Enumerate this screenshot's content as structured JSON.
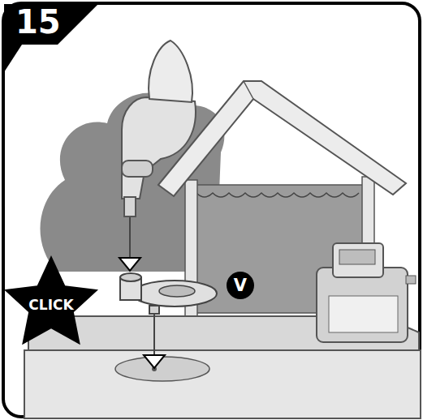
{
  "diagram": {
    "nodes": [
      {
        "text": [
          "15"
        ]
      },
      {
        "text": [
          "CLICK"
        ]
      },
      {
        "text": [
          "V"
        ]
      }
    ]
  }
}
